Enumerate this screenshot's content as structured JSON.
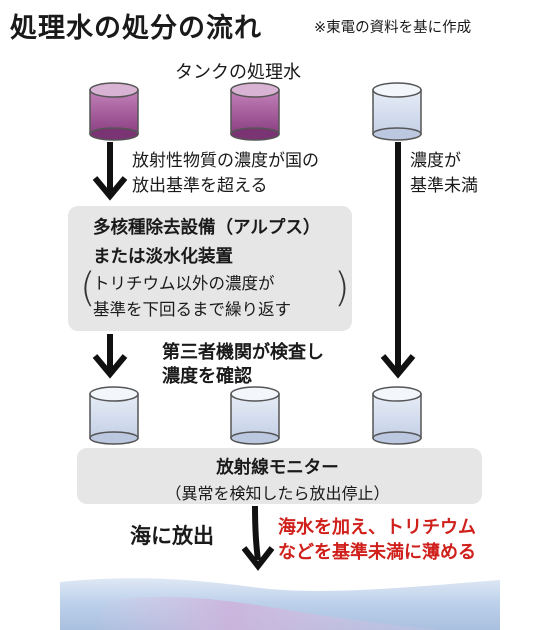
{
  "title": "処理水の処分の流れ",
  "source_note": "※東電の資料を基に作成",
  "tank_label": "タンクの処理水",
  "condition_over": [
    "放射性物質の濃度が国の",
    "放出基準を超える"
  ],
  "condition_under": [
    "濃度が",
    "基準未満"
  ],
  "alps_box": {
    "line1": "多核種除去設備（アルプス）",
    "line2": "または淡水化装置",
    "note1": "トリチウム以外の濃度が",
    "note2": "基準を下回るまで繰り返す"
  },
  "inspection": [
    "第三者機関が検査し",
    "濃度を確認"
  ],
  "monitor_box": {
    "line1": "放射線モニター",
    "line2": "（異常を検知したら放出停止）"
  },
  "sea_release": "海に放出",
  "dilution_note": [
    "海水を加え、トリチウム",
    "などを基準未満に薄める"
  ],
  "colors": {
    "contaminated": "#9c4f93",
    "clean": "#cfd9ea",
    "box": "#e6e6e6",
    "accent_red": "#d0201b",
    "sea": "#a9c0df"
  },
  "icons": [
    "tank-icon",
    "down-arrow-icon",
    "curved-arrow-icon",
    "sea-wave"
  ]
}
